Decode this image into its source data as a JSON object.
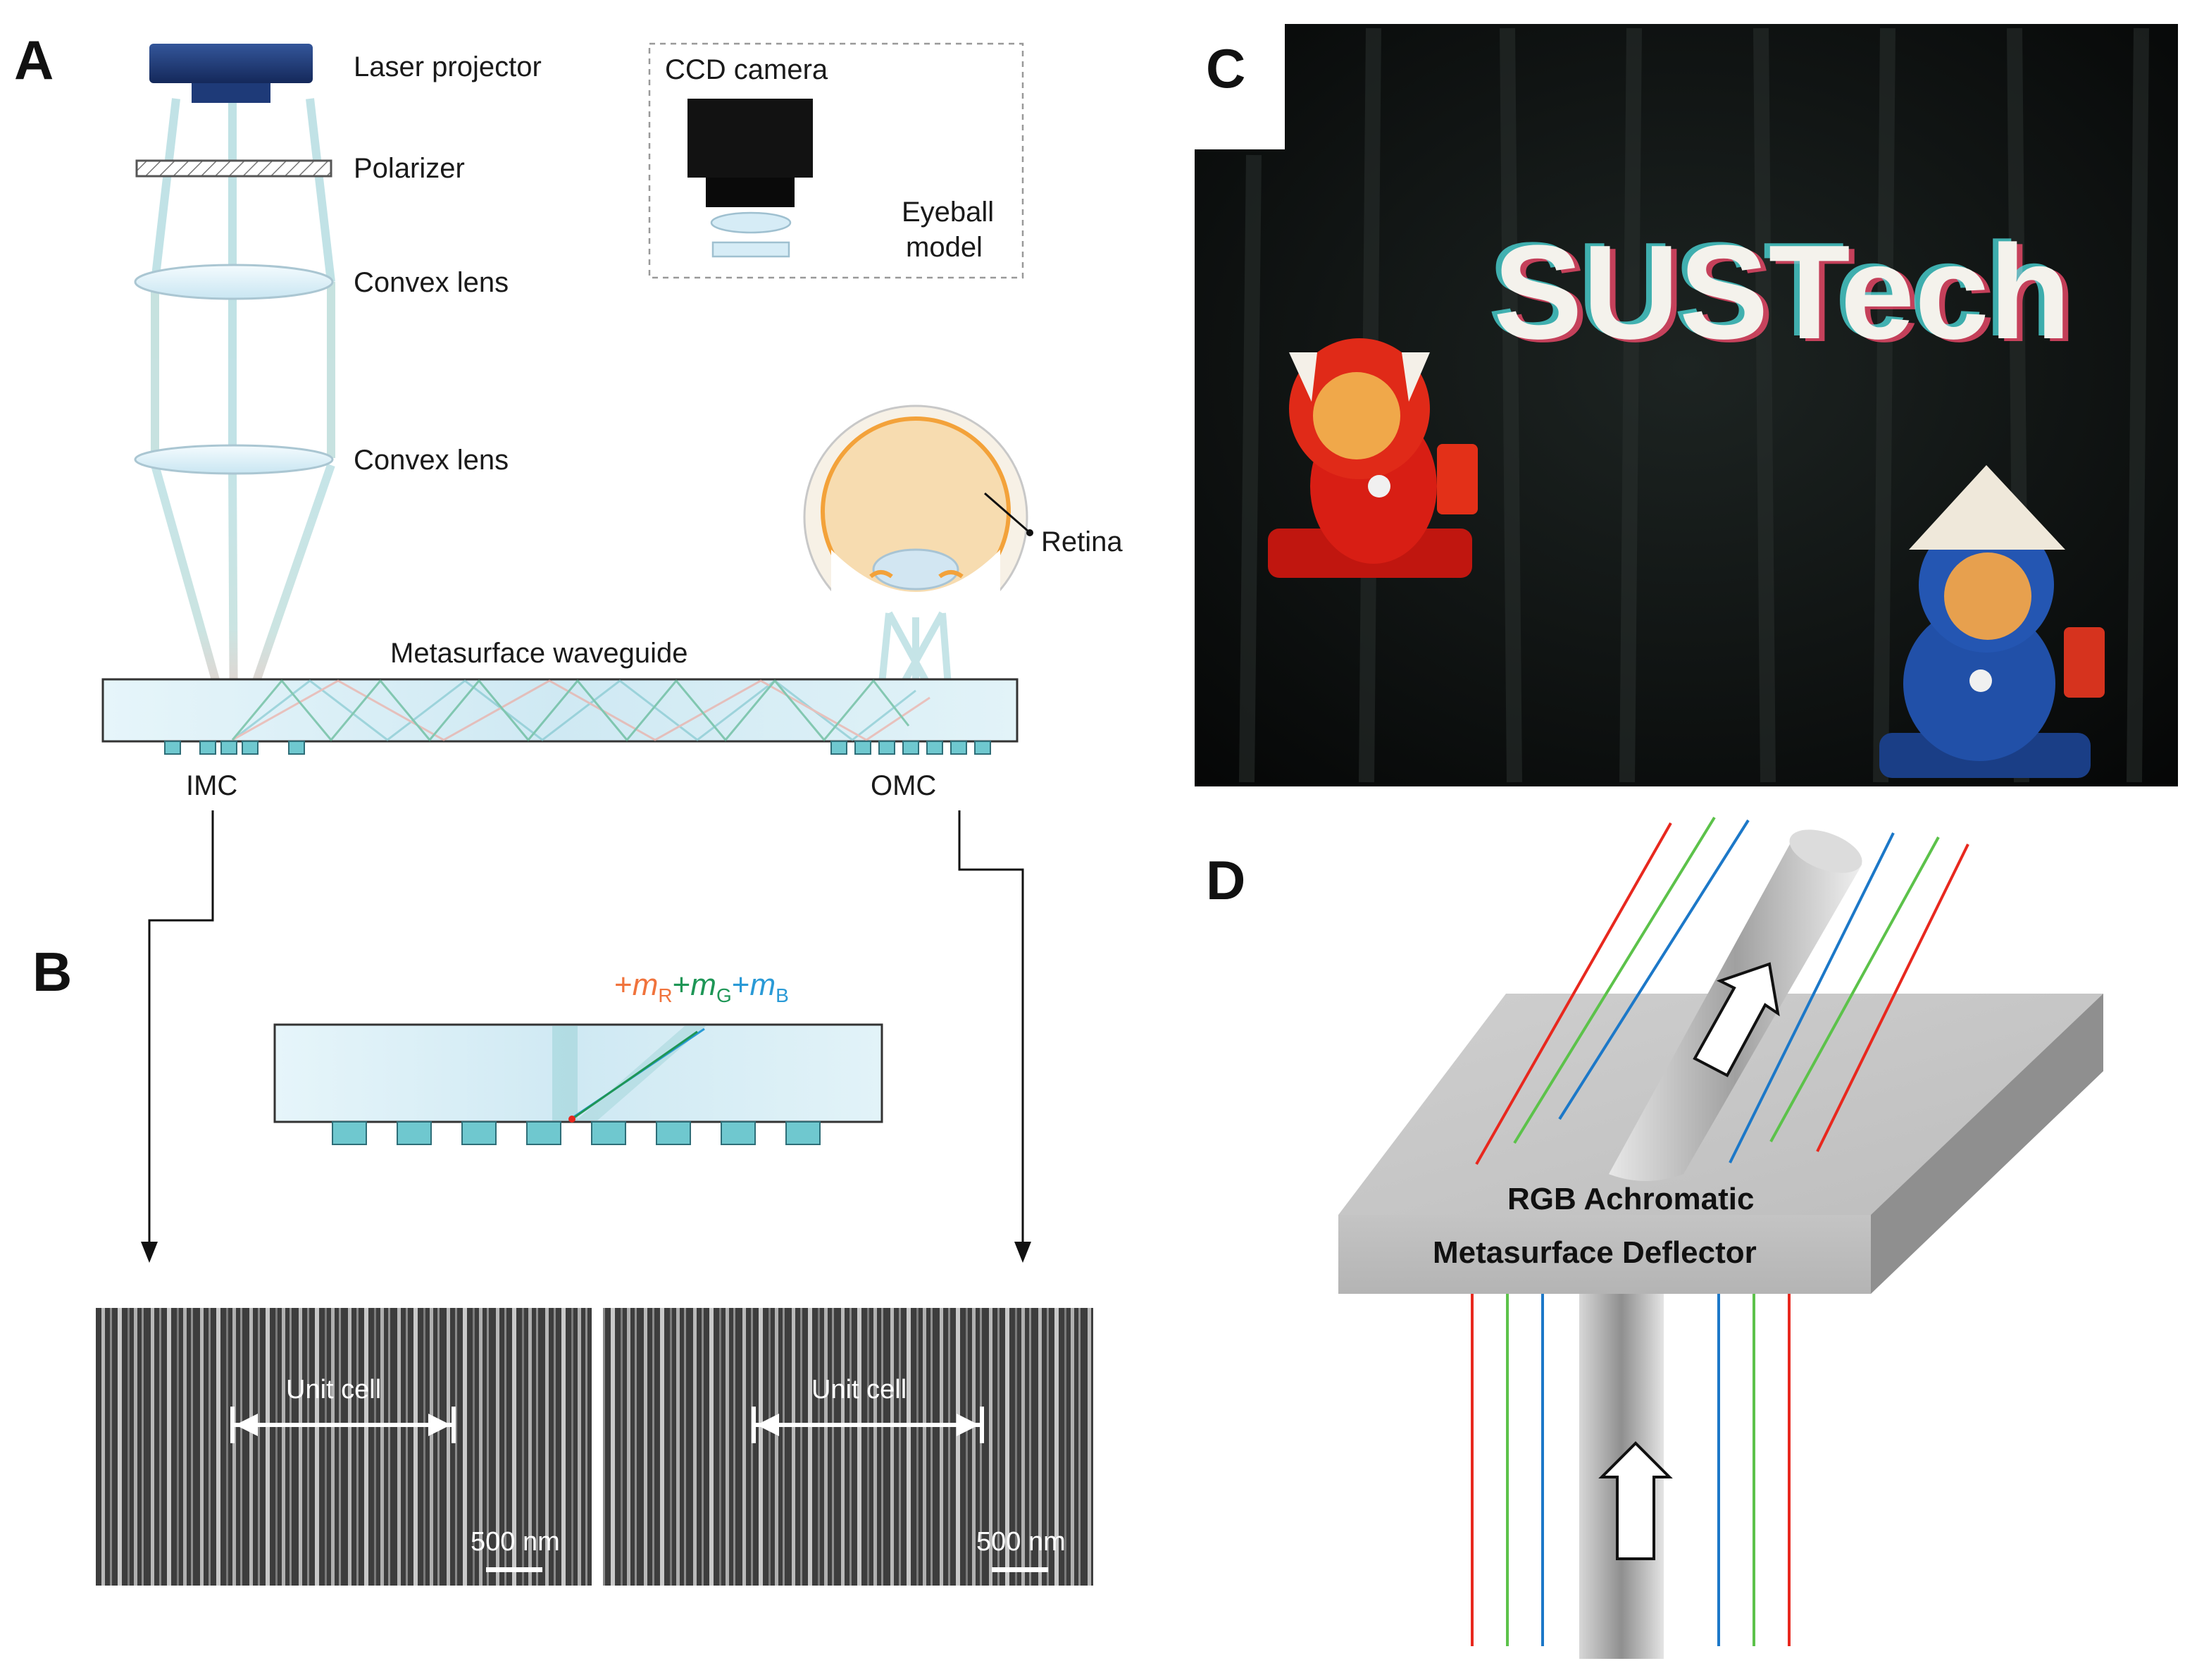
{
  "panels": {
    "a": "A",
    "b": "B",
    "c": "C",
    "d": "D"
  },
  "setup": {
    "laser_projector": "Laser projector",
    "polarizer": "Polarizer",
    "convex_lens_1": "Convex lens",
    "convex_lens_2": "Convex lens",
    "ccd_camera": "CCD camera",
    "eyeball_line1": "Eyeball",
    "eyeball_line2": "model",
    "retina": "Retina",
    "waveguide": "Metasurface waveguide",
    "imc": "IMC",
    "omc": "OMC"
  },
  "orders": {
    "plus1": "+",
    "mR": "m",
    "R_sub": "R",
    "plus2": "+",
    "mG": "m",
    "G_sub": "G",
    "plus3": "+",
    "mB": "m",
    "B_sub": "B"
  },
  "sem": {
    "left_unit_cell": "Unit cell",
    "left_scale": "500 nm",
    "right_unit_cell": "Unit cell",
    "right_scale": "500 nm"
  },
  "photo": {
    "text": "SUSTech"
  },
  "deflector": {
    "line1": "RGB Achromatic",
    "line2": "Metasurface Deflector"
  },
  "colors": {
    "red": "#e8281e",
    "green": "#5cc24a",
    "blue": "#1c78c8",
    "order_red": "#f0733c",
    "order_green": "#1e9656",
    "order_blue": "#2a9ad6",
    "teal_beam": "#9fd3d8",
    "waveguide_fill": "#d6eef6",
    "coupler": "#6fc8cf"
  }
}
